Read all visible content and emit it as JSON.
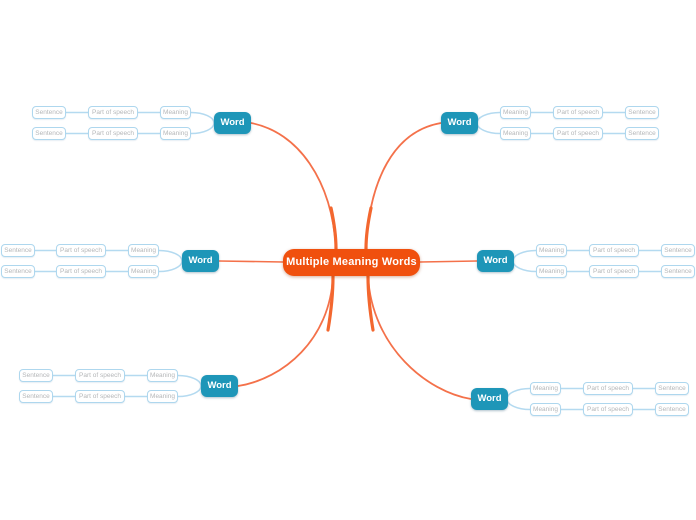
{
  "root": {
    "label": "Multiple Meaning Words",
    "fill": "#f0500e",
    "text_color": "#ffffff"
  },
  "word_node_style": {
    "fill": "#1e96b8",
    "text_color": "#ffffff"
  },
  "child_node_style": {
    "fill": "#ffffff",
    "border": "#aed7ee",
    "text_color": "#b5b7b9"
  },
  "connector_colors": {
    "branch": "#f4714a",
    "child": "#b4daf0"
  },
  "branches": [
    {
      "position": "top-left",
      "word": "Word",
      "rows": [
        [
          "Meaning",
          "Part of speech",
          "Sentence"
        ],
        [
          "Meaning",
          "Part of speech",
          "Sentence"
        ]
      ]
    },
    {
      "position": "top-right",
      "word": "Word",
      "rows": [
        [
          "Meaning",
          "Part of speech",
          "Sentence"
        ],
        [
          "Meaning",
          "Part of speech",
          "Sentence"
        ]
      ]
    },
    {
      "position": "middle-left",
      "word": "Word",
      "rows": [
        [
          "Meaning",
          "Part of speech",
          "Sentence"
        ],
        [
          "Meaning",
          "Part of speech",
          "Sentence"
        ]
      ]
    },
    {
      "position": "middle-right",
      "word": "Word",
      "rows": [
        [
          "Meaning",
          "Part of speech",
          "Sentence"
        ],
        [
          "Meaning",
          "Part of speech",
          "Sentence"
        ]
      ]
    },
    {
      "position": "bottom-left",
      "word": "Word",
      "rows": [
        [
          "Meaning",
          "Part of speech",
          "Sentence"
        ],
        [
          "Meaning",
          "Part of speech",
          "Sentence"
        ]
      ]
    },
    {
      "position": "bottom-right",
      "word": "Word",
      "rows": [
        [
          "Meaning",
          "Part of speech",
          "Sentence"
        ],
        [
          "Meaning",
          "Part of speech",
          "Sentence"
        ]
      ]
    }
  ]
}
